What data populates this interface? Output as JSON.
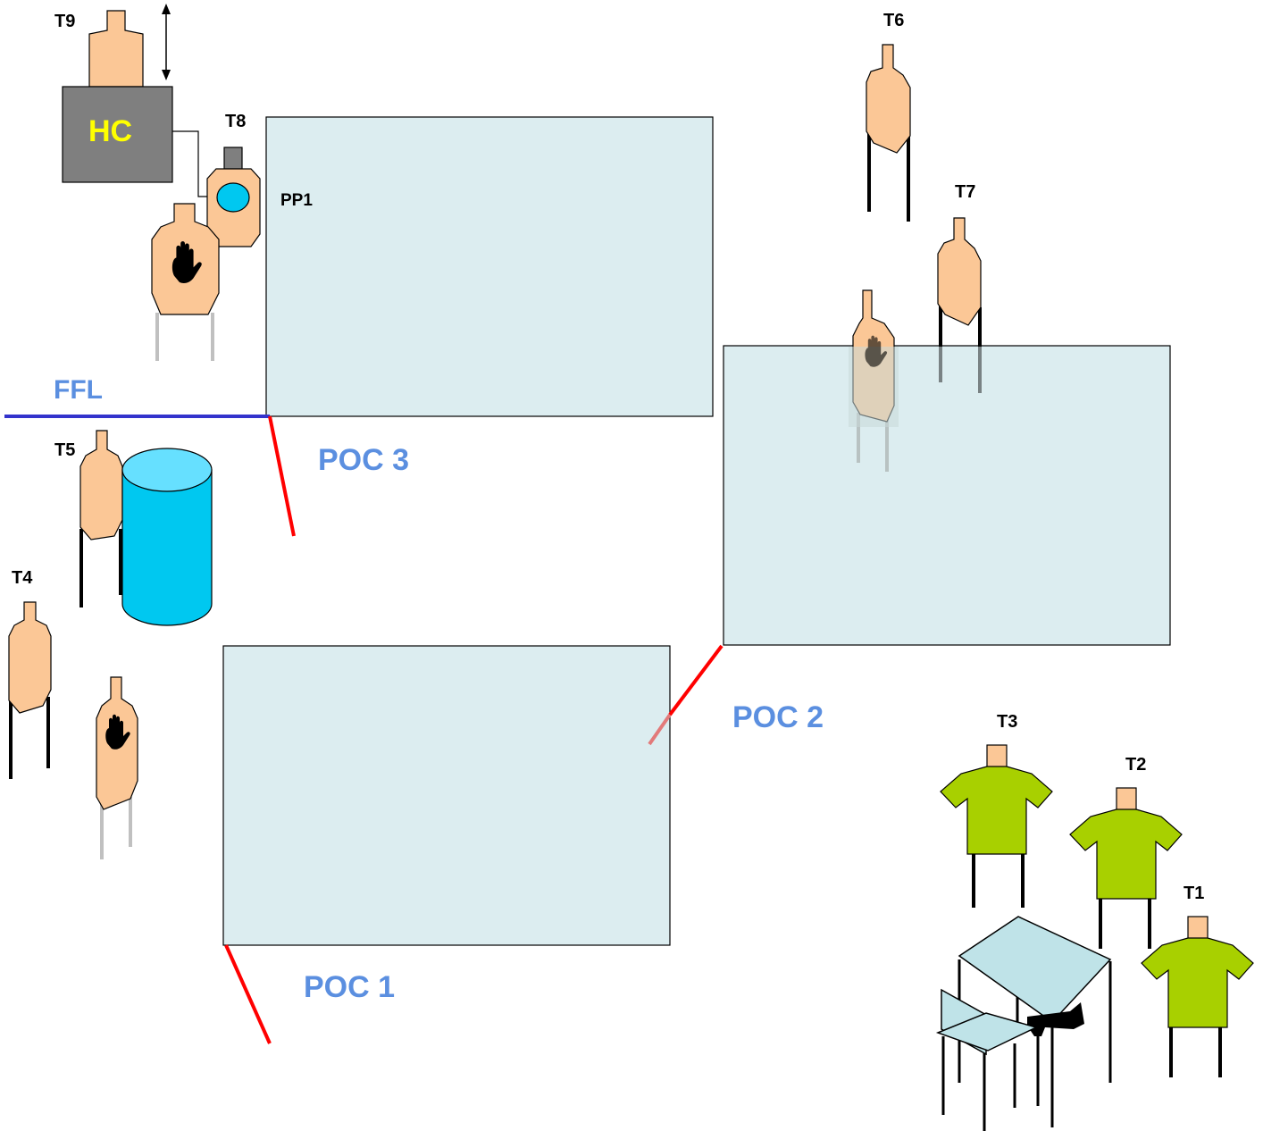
{
  "labels": {
    "t1": "T1",
    "t2": "T2",
    "t3": "T3",
    "t4": "T4",
    "t5": "T5",
    "t6": "T6",
    "t7": "T7",
    "t8": "T8",
    "t9": "T9",
    "hc": "HC",
    "pp1": "PP1",
    "ffl": "FFL",
    "poc1": "POC 1",
    "poc2": "POC 2",
    "poc3": "POC 3"
  },
  "colors": {
    "target_skin": "#fbc796",
    "panel_fill": "#dcedf0",
    "shirt": "#a8d000",
    "barrel": "#00c8f0",
    "hc_box": "#7f7f7f",
    "hc_text": "#ffff00",
    "poc_text": "#5b8fe0",
    "ffl_line": "#3333cc",
    "poc_line": "#ff0000"
  },
  "icons": {
    "hand": "hand-icon",
    "vertical_arrow": "double-arrow-icon",
    "camera": "camera-icon",
    "barrel": "barrel-icon",
    "table": "table-icon",
    "chair": "chair-icon",
    "pistol": "pistol-icon"
  }
}
